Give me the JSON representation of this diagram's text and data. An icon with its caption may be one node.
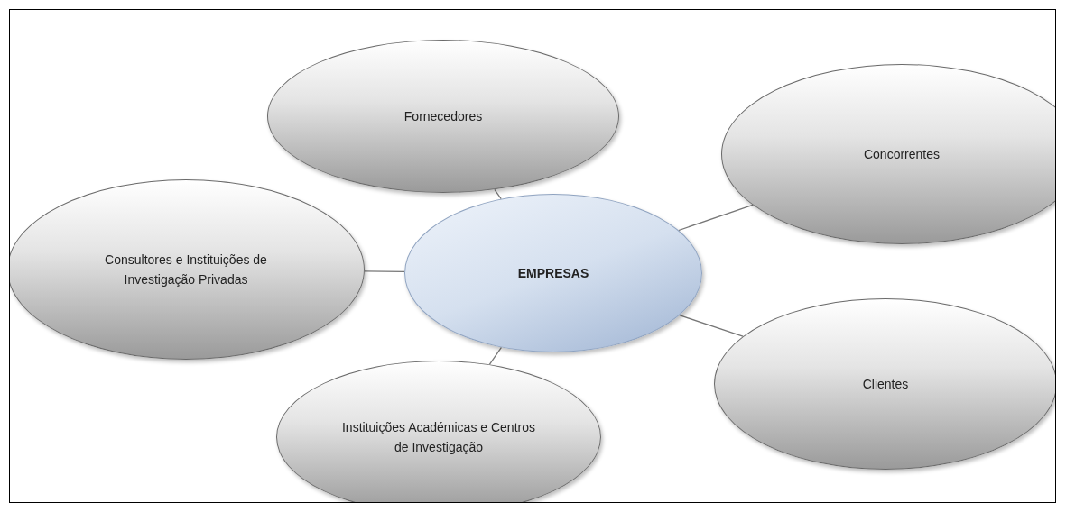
{
  "diagram": {
    "nodes": [
      {
        "text": [
          "Fornecedores"
        ]
      },
      {
        "text": [
          "Concorrentes"
        ]
      },
      {
        "text": [
          "Consultores e Instituições de Investigação Privadas"
        ]
      },
      {
        "text": [
          "EMPRESAS"
        ]
      },
      {
        "text": [
          "Clientes"
        ]
      },
      {
        "text": [
          "Instituições Académicas e Centros de Investigação"
        ]
      }
    ],
    "edges": [
      {
        "from": 3,
        "to": 0,
        "arrow": "none"
      },
      {
        "from": 3,
        "to": 1,
        "arrow": "none"
      },
      {
        "from": 3,
        "to": 2,
        "arrow": "none"
      },
      {
        "from": 3,
        "to": 4,
        "arrow": "none"
      },
      {
        "from": 3,
        "to": 5,
        "arrow": "none"
      }
    ]
  }
}
